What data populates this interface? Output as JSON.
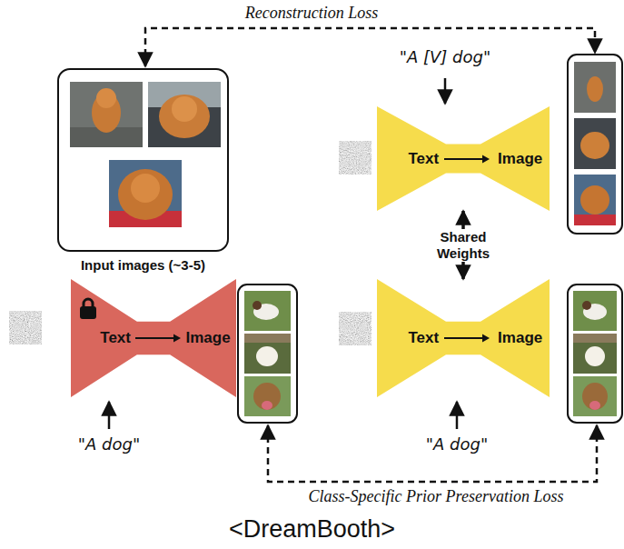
{
  "diagram": {
    "caption": "<DreamBooth>",
    "nodes": [
      {
        "text": [
          "Input images (~3-5)"
        ]
      },
      {
        "text": [
          "Text",
          "Image"
        ]
      },
      {
        "text": [
          "Text",
          "Image"
        ]
      },
      {
        "text": [
          "Text",
          "Image"
        ]
      }
    ],
    "edges": [
      {
        "from": 1,
        "to": 3,
        "label": "Shared Weights",
        "arrow": "both"
      }
    ],
    "labels": [
      "Reconstruction Loss",
      "\"A [V] dog\"",
      "\"A dog\"",
      "\"A dog\"",
      "Class-Specific Prior Preservation Loss"
    ]
  }
}
